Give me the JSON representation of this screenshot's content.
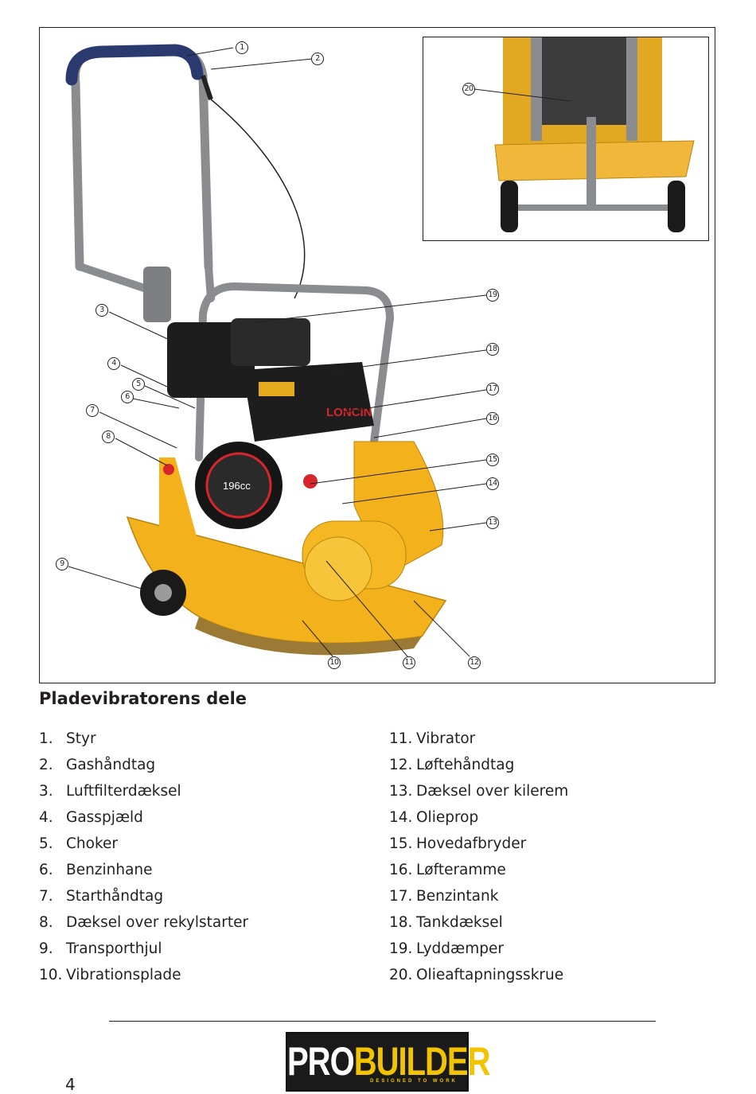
{
  "figure": {
    "callouts": [
      "1",
      "2",
      "3",
      "4",
      "5",
      "6",
      "7",
      "8",
      "9",
      "10",
      "11",
      "12",
      "13",
      "14",
      "15",
      "16",
      "17",
      "18",
      "19",
      "20"
    ],
    "engine_brand": "LONCIN",
    "engine_displacement": "196cc",
    "colors": {
      "machine_yellow": "#f3b21b",
      "frame_grey": "#8a8c8f",
      "engine_black": "#1d1d1d",
      "brand_red": "#d6262b"
    }
  },
  "section": {
    "title": "Pladevibratorens dele"
  },
  "parts_left": [
    {
      "num": "1.",
      "label": "Styr"
    },
    {
      "num": "2.",
      "label": "Gashåndtag"
    },
    {
      "num": "3.",
      "label": "Luftfilterdæksel"
    },
    {
      "num": "4.",
      "label": "Gasspjæld"
    },
    {
      "num": "5.",
      "label": "Choker"
    },
    {
      "num": "6.",
      "label": "Benzinhane"
    },
    {
      "num": "7.",
      "label": "Starthåndtag"
    },
    {
      "num": "8.",
      "label": "Dæksel over rekylstarter"
    },
    {
      "num": "9.",
      "label": "Transporthjul"
    },
    {
      "num": "10.",
      "label": "Vibrationsplade"
    }
  ],
  "parts_right": [
    {
      "num": "11.",
      "label": "Vibrator"
    },
    {
      "num": "12.",
      "label": "Løftehåndtag"
    },
    {
      "num": "13.",
      "label": "Dæksel over kilerem"
    },
    {
      "num": "14.",
      "label": "Olieprop"
    },
    {
      "num": "15.",
      "label": "Hovedafbryder"
    },
    {
      "num": "16.",
      "label": "Løfteramme"
    },
    {
      "num": "17.",
      "label": "Benzintank"
    },
    {
      "num": "18.",
      "label": "Tankdæksel"
    },
    {
      "num": "19.",
      "label": "Lyddæmper"
    },
    {
      "num": "20.",
      "label": "Olieaftapningsskrue"
    }
  ],
  "footer": {
    "page_number": "4",
    "logo_pro": "PRO",
    "logo_builder": "BUILDER",
    "logo_tagline": "DESIGNED TO WORK"
  }
}
